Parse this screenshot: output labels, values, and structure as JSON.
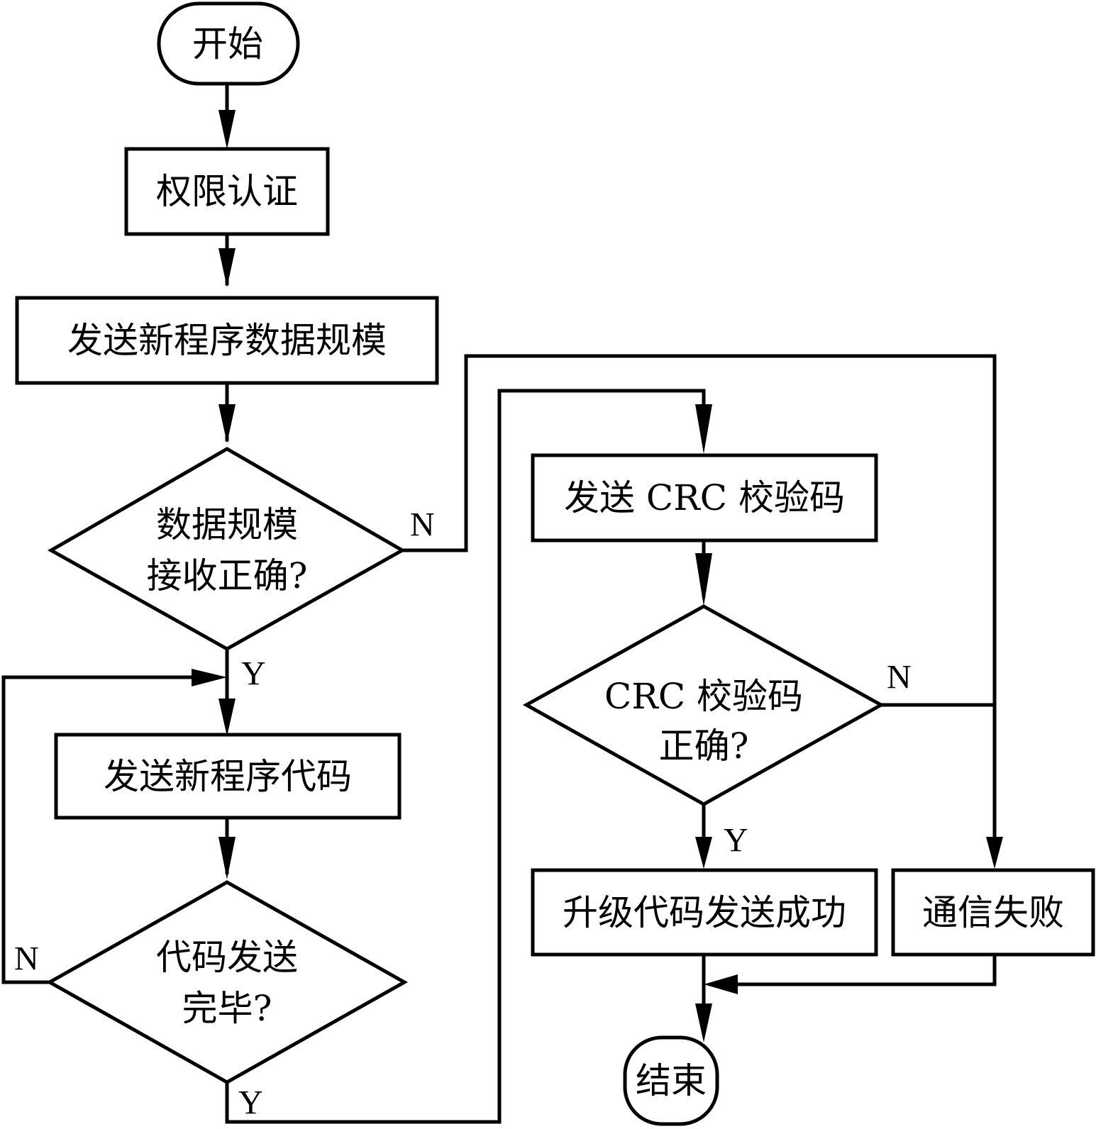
{
  "diagram": {
    "type": "flowchart",
    "nodes": {
      "start": {
        "label": "开始",
        "shape": "terminator"
      },
      "auth": {
        "label": "权限认证",
        "shape": "process"
      },
      "send_size": {
        "label": "发送新程序数据规模",
        "shape": "process"
      },
      "size_ok": {
        "line1": "数据规模",
        "line2": "接收正确?",
        "shape": "decision"
      },
      "send_code": {
        "label": "发送新程序代码",
        "shape": "process"
      },
      "code_done": {
        "line1": "代码发送",
        "line2": "完毕?",
        "shape": "decision"
      },
      "send_crc": {
        "label": "发送 CRC 校验码",
        "shape": "process"
      },
      "crc_ok": {
        "line1": "CRC 校验码",
        "line2": "正确?",
        "shape": "decision"
      },
      "success": {
        "label": "升级代码发送成功",
        "shape": "process"
      },
      "fail": {
        "label": "通信失败",
        "shape": "process"
      },
      "end": {
        "label": "结束",
        "shape": "terminator"
      }
    },
    "branch_labels": {
      "size_ok_no": "N",
      "size_ok_yes": "Y",
      "code_done_no": "N",
      "code_done_yes": "Y",
      "crc_ok_no": "N",
      "crc_ok_yes": "Y"
    },
    "edges": [
      {
        "from": "start",
        "to": "auth"
      },
      {
        "from": "auth",
        "to": "send_size"
      },
      {
        "from": "send_size",
        "to": "size_ok"
      },
      {
        "from": "size_ok",
        "to": "send_code",
        "label": "Y"
      },
      {
        "from": "size_ok",
        "to": "fail",
        "label": "N"
      },
      {
        "from": "send_code",
        "to": "code_done"
      },
      {
        "from": "code_done",
        "to": "send_code",
        "label": "N"
      },
      {
        "from": "code_done",
        "to": "send_crc",
        "label": "Y"
      },
      {
        "from": "send_crc",
        "to": "crc_ok"
      },
      {
        "from": "crc_ok",
        "to": "success",
        "label": "Y"
      },
      {
        "from": "crc_ok",
        "to": "fail",
        "label": "N"
      },
      {
        "from": "success",
        "to": "end"
      },
      {
        "from": "fail",
        "to": "end"
      }
    ]
  }
}
